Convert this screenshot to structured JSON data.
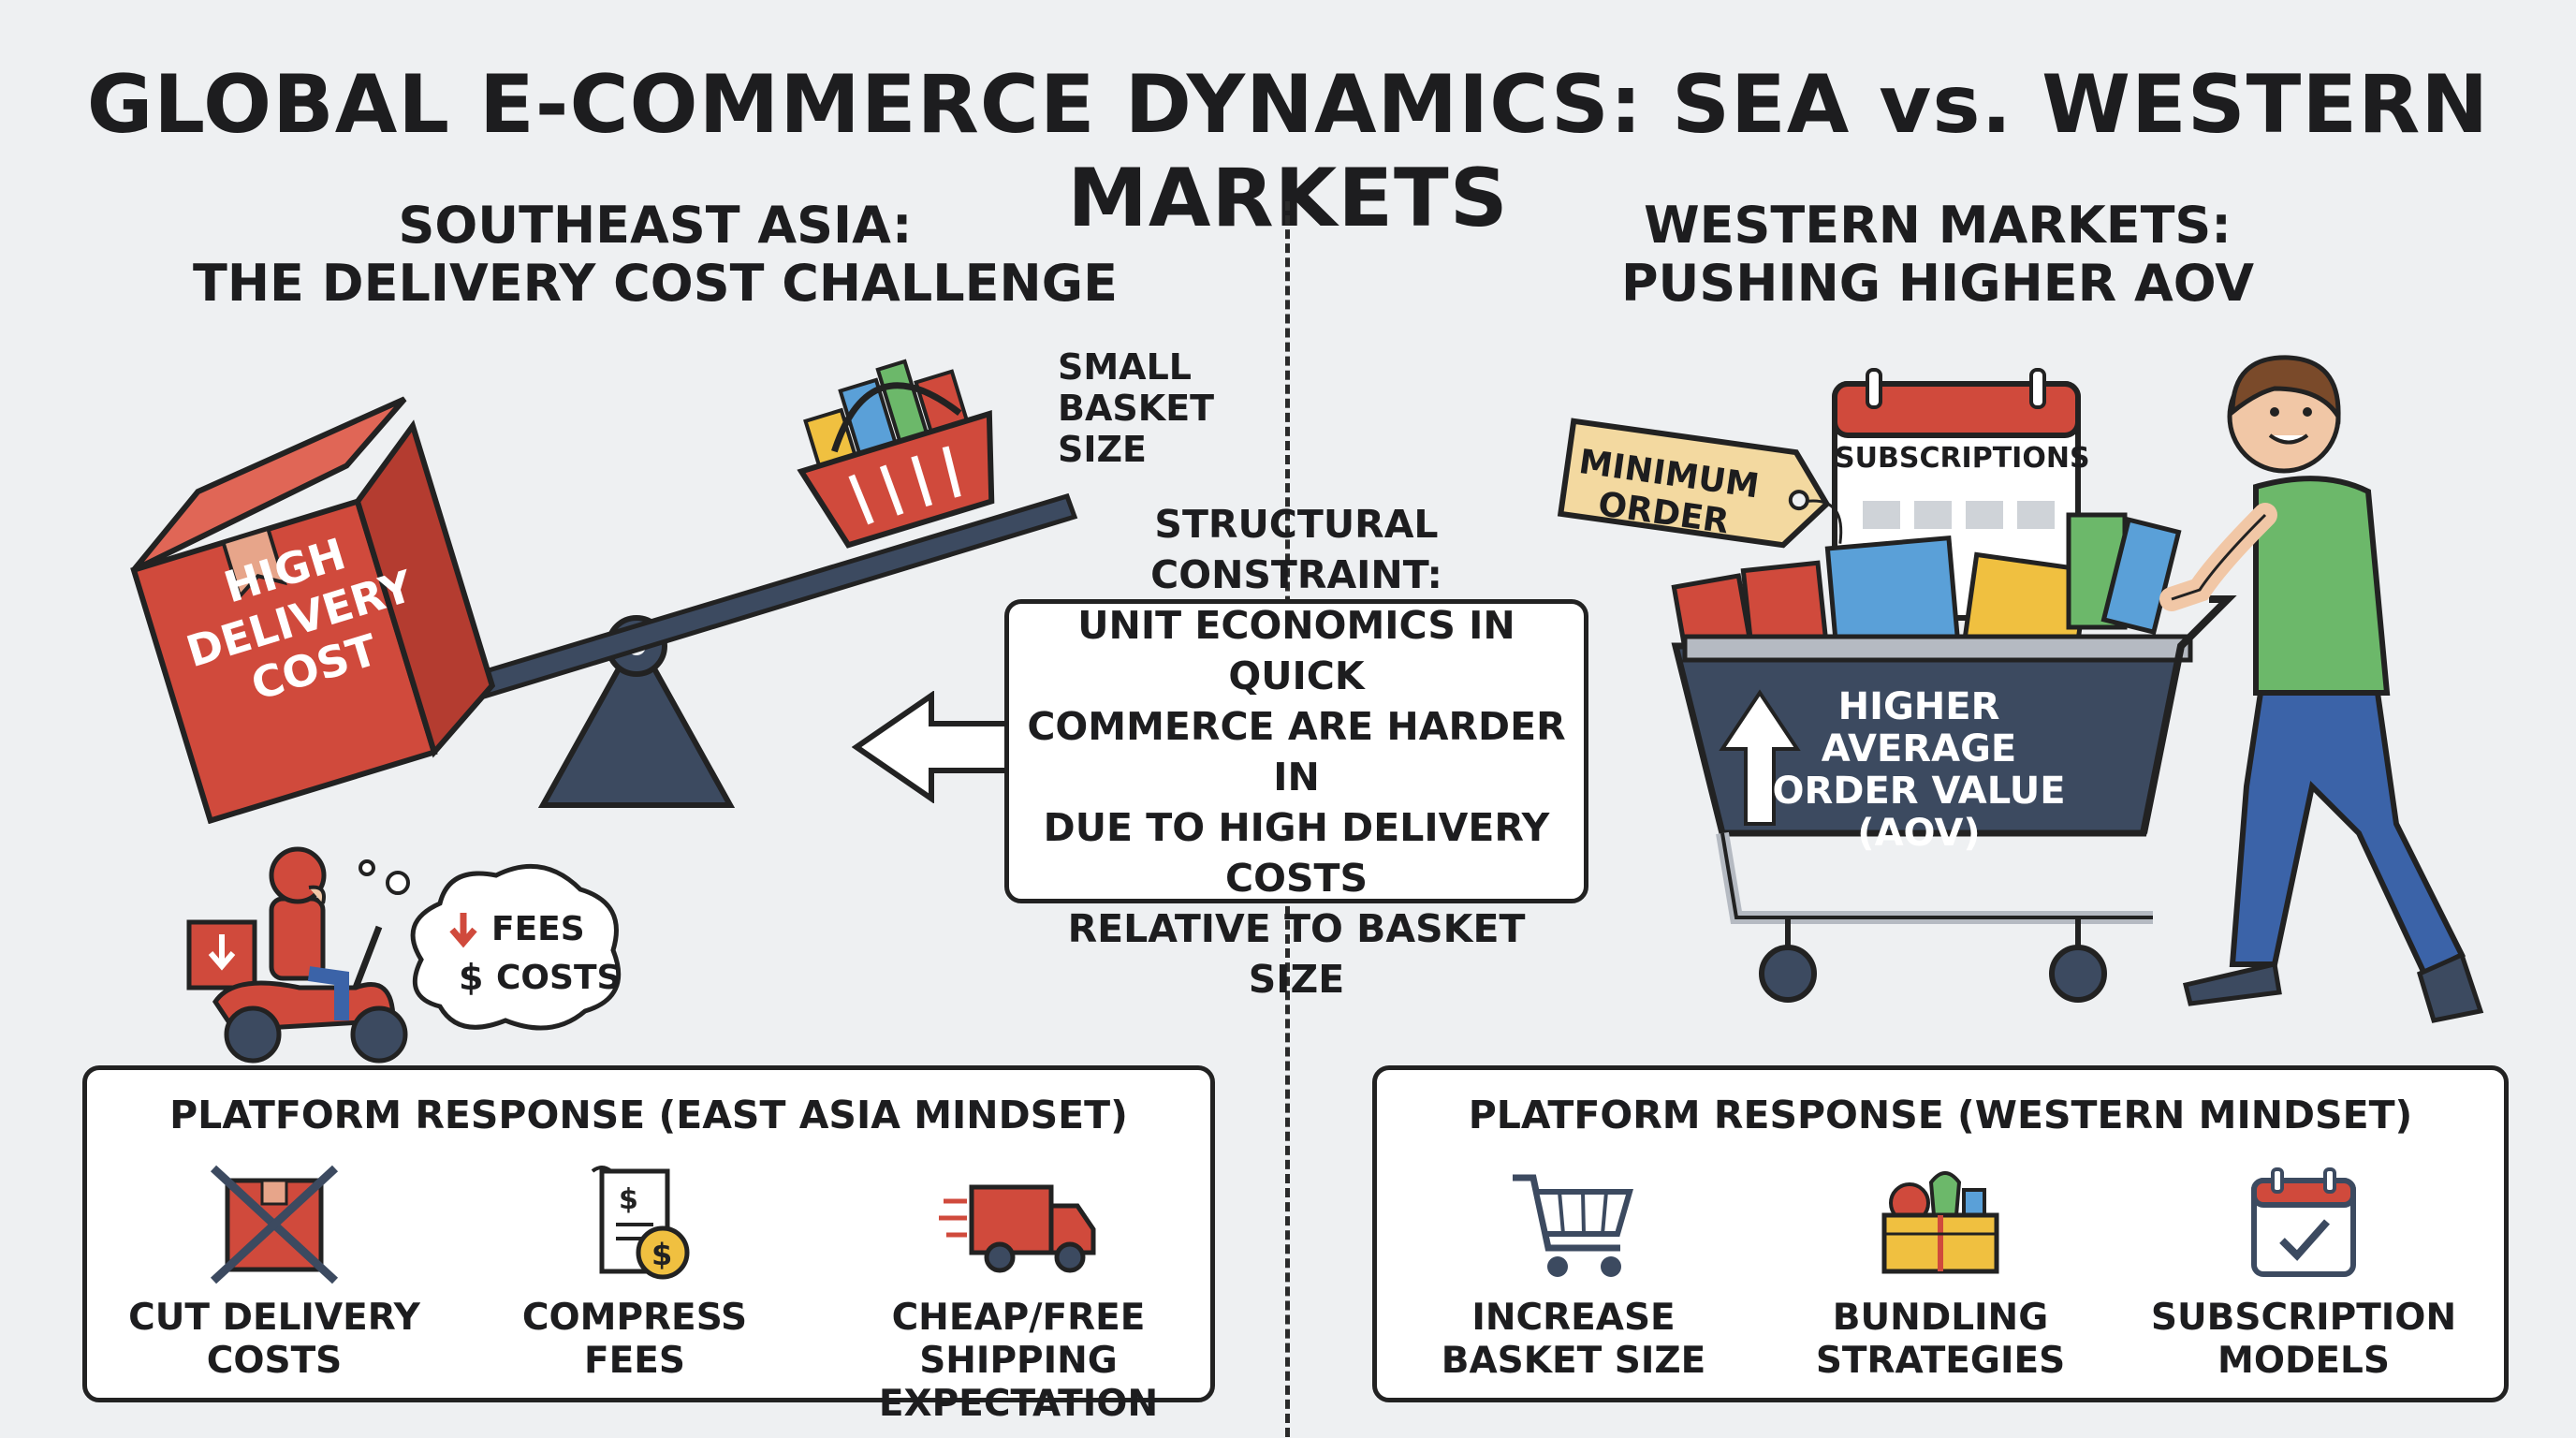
{
  "title": "GLOBAL E-COMMERCE DYNAMICS: SEA vs. WESTERN MARKETS",
  "left": {
    "heading": [
      "SOUTHEAST ASIA:",
      "THE DELIVERY COST CHALLENGE"
    ],
    "box_label": [
      "HIGH",
      "DELIVERY",
      "COST"
    ],
    "basket_label": [
      "SMALL",
      "BASKET",
      "SIZE"
    ],
    "bubble_fees": "FEES",
    "bubble_costs": "COSTS",
    "panel_title": "PLATFORM RESPONSE (EAST ASIA MINDSET)",
    "items": [
      {
        "icon": "crossed-box-icon",
        "label": [
          "CUT DELIVERY",
          "COSTS"
        ]
      },
      {
        "icon": "receipt-dollar-icon",
        "label": [
          "COMPRESS",
          "FEES"
        ]
      },
      {
        "icon": "delivery-truck-icon",
        "label": [
          "CHEAP/FREE SHIPPING",
          "EXPECTATION"
        ]
      }
    ]
  },
  "callout": [
    "STRUCTURAL CONSTRAINT:",
    "UNIT ECONOMICS IN QUICK",
    "COMMERCE ARE HARDER IN",
    "DUE TO HIGH DELIVERY COSTS",
    "RELATIVE TO BASKET SIZE"
  ],
  "right": {
    "heading": [
      "WESTERN MARKETS:",
      "PUSHING HIGHER AOV"
    ],
    "tag_label": [
      "MINIMUM",
      "ORDER"
    ],
    "calendar_label": "SUBSCRIPTIONS",
    "cart_label": [
      "HIGHER",
      "AVERAGE",
      "ORDER VALUE",
      "(AOV)"
    ],
    "panel_title": "PLATFORM RESPONSE (WESTERN MINDSET)",
    "items": [
      {
        "icon": "shopping-cart-icon",
        "label": [
          "INCREASE",
          "BASKET SIZE"
        ]
      },
      {
        "icon": "bundle-basket-icon",
        "label": [
          "BUNDLING",
          "STRATEGIES"
        ]
      },
      {
        "icon": "calendar-check-icon",
        "label": [
          "SUBSCRIPTION",
          "MODELS"
        ]
      }
    ]
  },
  "colors": {
    "accent_red": "#d04a3c",
    "dark_navy": "#3c4a60",
    "shirt_green": "#6cb86a",
    "jeans_blue": "#3b63a8",
    "tag_tan": "#f3d9a0"
  }
}
